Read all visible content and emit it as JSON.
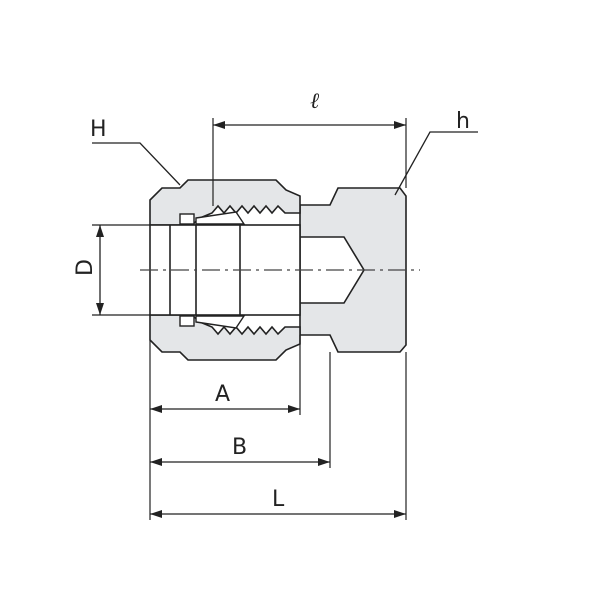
{
  "labels": {
    "H": "H",
    "h": "h",
    "ell": "ℓ",
    "D": "D",
    "A": "A",
    "B": "B",
    "L": "L"
  },
  "colors": {
    "line": "#222222",
    "fill": "#e4e6e8",
    "centerline": "#444444"
  }
}
